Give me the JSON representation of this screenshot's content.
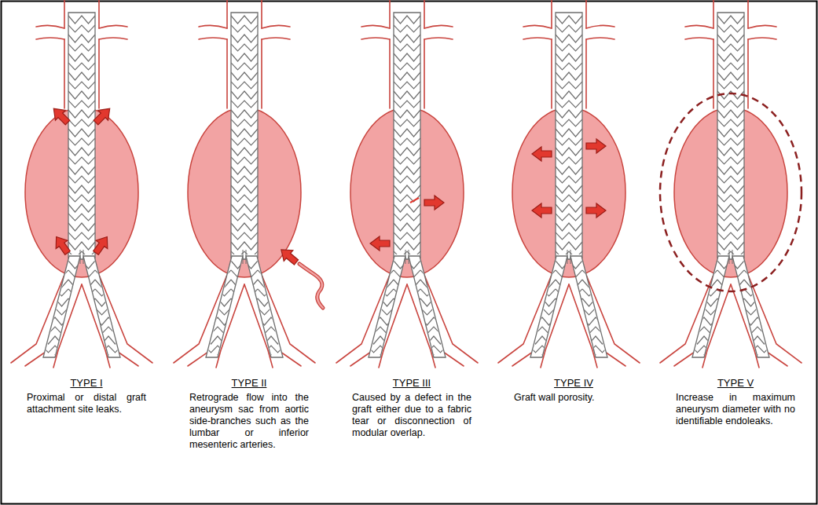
{
  "diagram": {
    "labels": [
      "TYPE I",
      "Proximal or distal graft attachment site leaks.",
      "TYPE II",
      "Retrograde flow into the aneurysm sac from aortic side-branches such as the lumbar or inferior mesenteric arteries.",
      "TYPE III",
      "Caused by a defect in the graft either due to a fabric tear or disconnection of modular overlap.",
      "TYPE IV",
      "Graft wall porosity.",
      "TYPE V",
      "Increase in maximum aneurysm diameter with no identifiable endoleaks."
    ]
  }
}
